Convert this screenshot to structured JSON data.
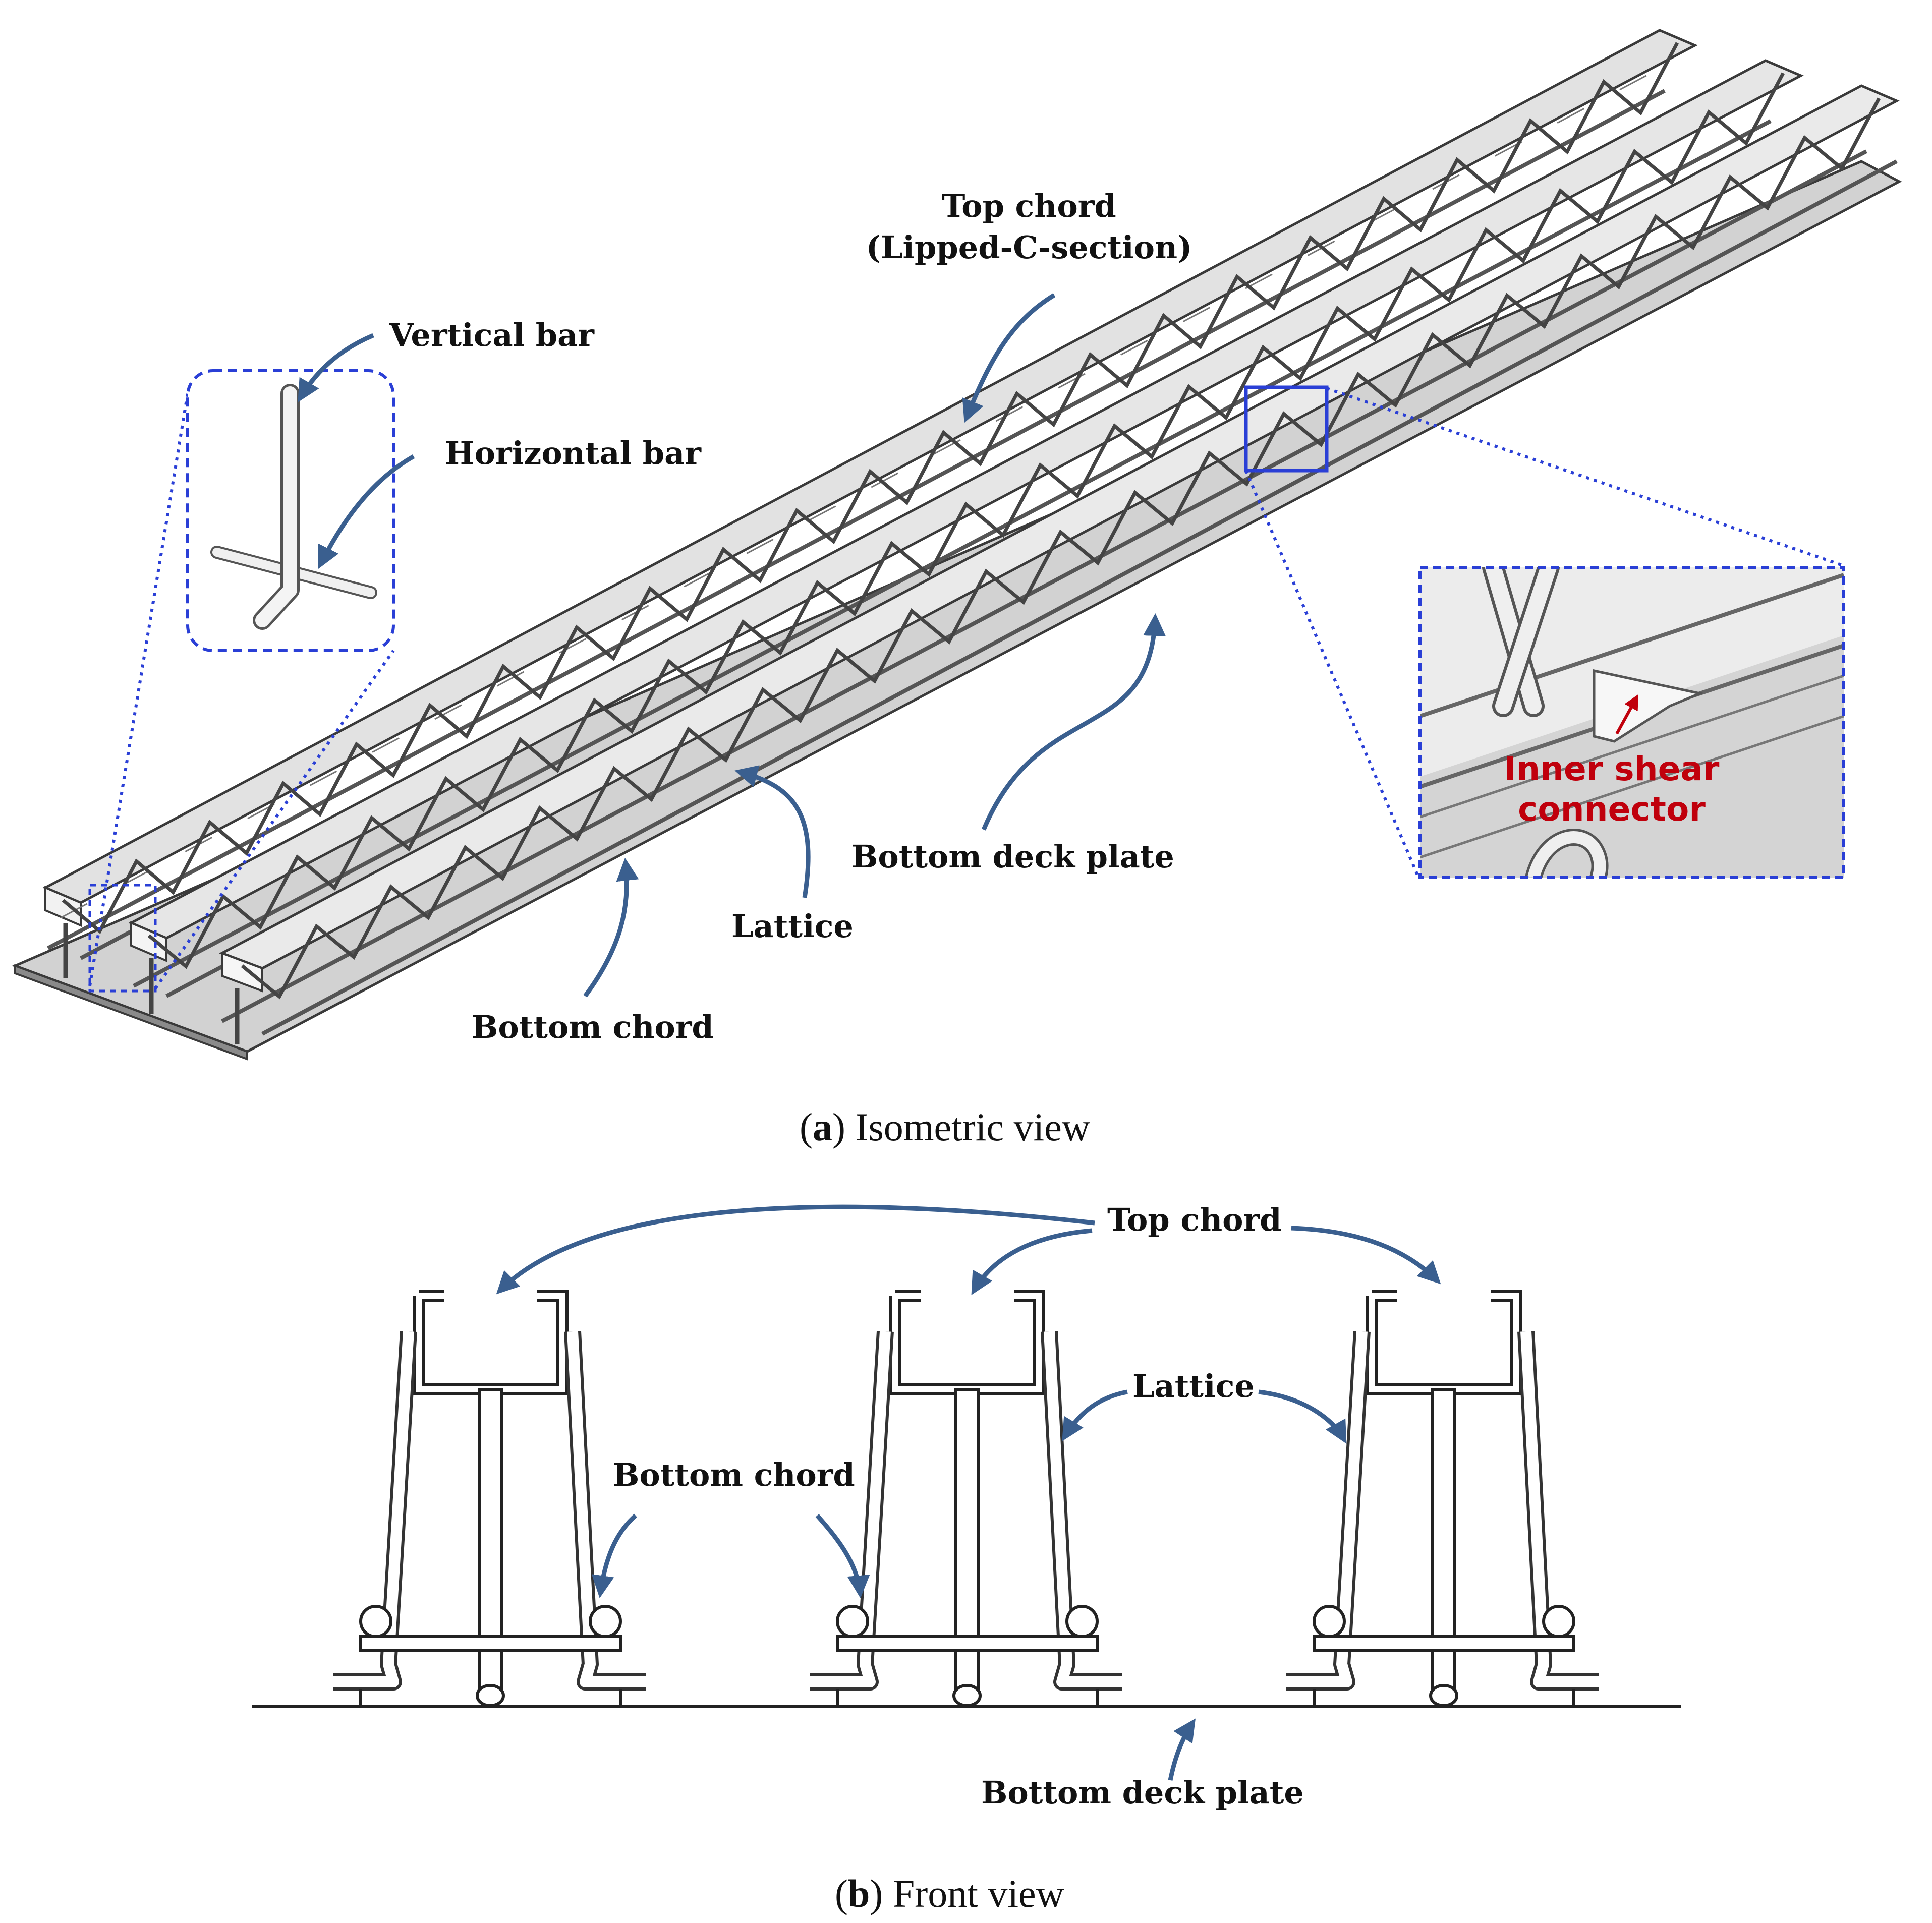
{
  "panel_a": {
    "caption_letter": "a",
    "caption_text": "Isometric view",
    "labels": {
      "top_chord_line1": "Top chord",
      "top_chord_line2": "(Lipped-C-section)",
      "vertical_bar": "Vertical bar",
      "horizontal_bar": "Horizontal bar",
      "bottom_deck_plate": "Bottom deck plate",
      "lattice": "Lattice",
      "bottom_chord": "Bottom chord"
    },
    "inset_label_line1": "Inner shear",
    "inset_label_line2": "connector"
  },
  "panel_b": {
    "caption_letter": "b",
    "caption_text": "Front view",
    "labels": {
      "top_chord": "Top chord",
      "lattice": "Lattice",
      "bottom_chord": "Bottom chord",
      "bottom_deck_plate": "Bottom deck plate"
    }
  },
  "colors": {
    "arrow": "#3a5f8f",
    "callout_box": "#2a3fd6",
    "inset_label": "#c0000c",
    "steel_light": "#e6e6e6",
    "steel_dark": "#3a3a3a"
  }
}
